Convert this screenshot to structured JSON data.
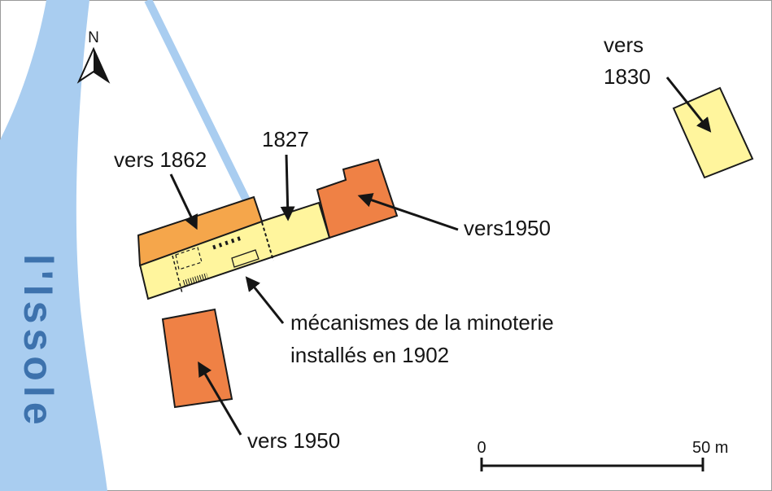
{
  "river": {
    "name": "l'Issole",
    "color": "#a9cdf0",
    "label_color": "#3d72ad"
  },
  "north_arrow": {
    "label": "N"
  },
  "labels": {
    "vers_1862": "vers 1862",
    "b1827": "1827",
    "vers1950_east": "vers1950",
    "vers_1830_line1": "vers",
    "vers_1830_line2": "1830",
    "mecanismes_line1": "mécanismes de la minoterie",
    "mecanismes_line2": "installés en 1902",
    "vers_1950_south": "vers 1950"
  },
  "scale": {
    "start": "0",
    "end": "50 m"
  },
  "colors": {
    "phase_yellow": "#fff59d",
    "phase_1862": "#f5a64b",
    "phase_1950": "#ef8145",
    "outline": "#1a1a1a"
  }
}
